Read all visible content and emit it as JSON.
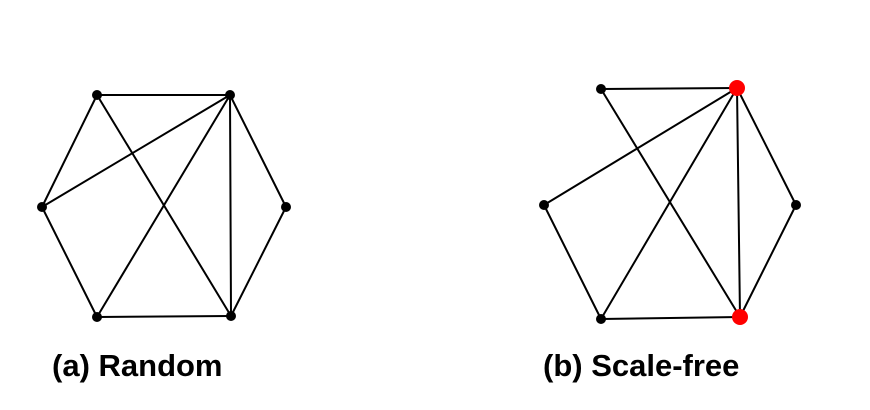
{
  "colors": {
    "edge": "#000000",
    "node": "#000000",
    "hub": "#ff0000"
  },
  "graphs": [
    {
      "id": "random",
      "caption": "(a) Random",
      "node_count": 6,
      "edges": [
        [
          0,
          1
        ],
        [
          0,
          3
        ],
        [
          0,
          5
        ],
        [
          1,
          2
        ],
        [
          1,
          4
        ],
        [
          1,
          5
        ],
        [
          2,
          3
        ],
        [
          3,
          4
        ],
        [
          3,
          1
        ],
        [
          4,
          5
        ]
      ],
      "hub_nodes": []
    },
    {
      "id": "scale-free",
      "caption": "(b) Scale-free",
      "node_count": 6,
      "edges": [
        [
          0,
          1
        ],
        [
          0,
          3
        ],
        [
          1,
          2
        ],
        [
          1,
          3
        ],
        [
          1,
          4
        ],
        [
          1,
          5
        ],
        [
          2,
          3
        ],
        [
          4,
          5
        ],
        [
          4,
          3
        ]
      ],
      "hub_nodes": [
        1,
        3
      ]
    }
  ]
}
